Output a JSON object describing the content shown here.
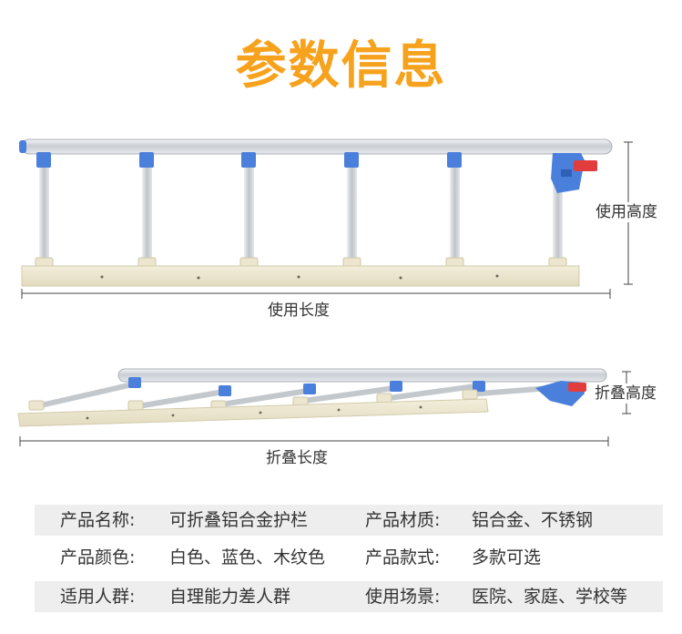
{
  "title": "参数信息",
  "dimensions": {
    "use_height": "使用高度",
    "use_length": "使用长度",
    "fold_height": "折叠高度",
    "fold_length": "折叠长度"
  },
  "specs": [
    {
      "label1": "产品名称:",
      "value1": "可折叠铝合金护栏",
      "label2": "产品材质:",
      "value2": "铝合金、不锈钢"
    },
    {
      "label1": "产品颜色:",
      "value1": "白色、蓝色、木纹色",
      "label2": "产品款式:",
      "value2": "多款可选"
    },
    {
      "label1": "适用人群:",
      "value1": "自理能力差人群",
      "label2": "使用场景:",
      "value2": "医院、家庭、学校等"
    }
  ],
  "colors": {
    "title": "#f6a21c",
    "rail_blue": "#4a7fdc",
    "wood_base": "#ece6cf",
    "release_red": "#e23d3d"
  }
}
